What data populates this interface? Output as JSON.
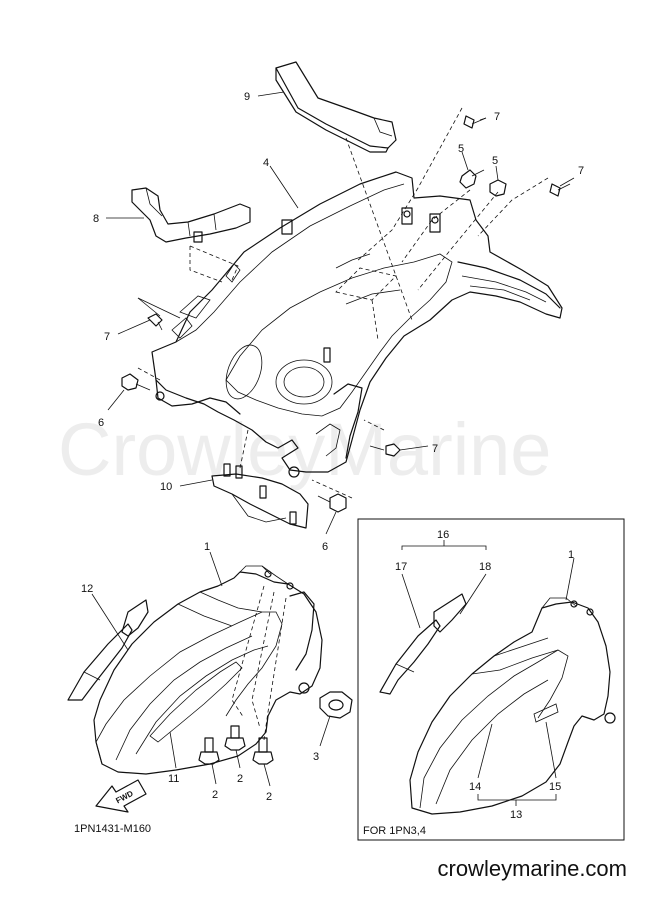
{
  "watermark": "CrowleyMarine",
  "callouts": {
    "c1a": "1",
    "c1b": "1",
    "c2a": "2",
    "c2b": "2",
    "c2c": "2",
    "c3": "3",
    "c4": "4",
    "c5a": "5",
    "c5b": "5",
    "c6a": "6",
    "c6b": "6",
    "c7a": "7",
    "c7b": "7",
    "c7c": "7",
    "c7d": "7",
    "c8": "8",
    "c9": "9",
    "c10": "10",
    "c11": "11",
    "c12": "12",
    "c13": "13",
    "c14": "14",
    "c15": "15",
    "c16": "16",
    "c17": "17",
    "c18": "18"
  },
  "fwd_label": "FWD",
  "diagram_code": "1PN1431-M160",
  "variant_label": "FOR 1PN3,4",
  "site_url": "crowleymarine.com"
}
